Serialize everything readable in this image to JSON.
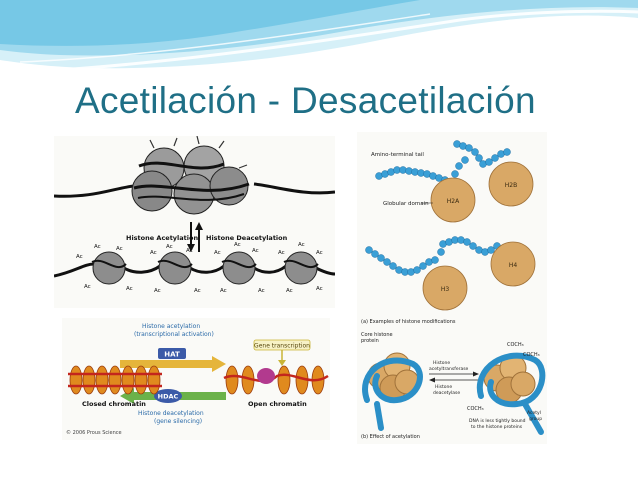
{
  "slide": {
    "title": "Acetilación - Desacetilación"
  },
  "figure_nucleosome": {
    "histone_acetylation": "Histone Acetylation",
    "histone_deacetylation": "Histone Deacetylation",
    "ac_mark": "Ac"
  },
  "figure_chromatin": {
    "histone_acetylation": "Histone acetylation",
    "transcriptional_activation": "(transcriptional activation)",
    "hat": "HAT",
    "hdac": "HDAC",
    "gene_transcription": "Gene transcription",
    "closed_chromatin": "Closed chromatin",
    "open_chromatin": "Open chromatin",
    "histone_deacetylation": "Histone deacetylation",
    "gene_silencing": "(gene silencing)",
    "copyright": "© 2006 Prous Science"
  },
  "figure_modifications": {
    "amino_terminal_tail": "Amino-terminal tail",
    "globular_domain": "Globular domain",
    "h2a": "H2A",
    "h2b": "H2B",
    "h3": "H3",
    "h4": "H4",
    "caption_a": "(a) Examples of histone modifications",
    "core_histone": "Core histone",
    "protein": "protein",
    "histone_acetyltransferase_1": "Histone",
    "histone_acetyltransferase_2": "acetyltransferase",
    "histone_deacetylase_1": "Histone",
    "histone_deacetylase_2": "deacetylase",
    "cooch3": "COCH₃",
    "dna_loose_1": "DNA is less tightly bound",
    "dna_loose_2": "to the histone proteins",
    "acetyl_1": "Acetyl",
    "acetyl_2": "group",
    "caption_b": "(b) Effect of acetylation"
  },
  "colors": {
    "title": "#1f6f86",
    "wave_light": "#bfe6f3",
    "wave_mid": "#7fcbe6",
    "histone_tan": "#d9a866",
    "tail_blue": "#3a9fd6",
    "chromatin_orange": "#e08a1e",
    "chromatin_red": "#c3261d"
  }
}
